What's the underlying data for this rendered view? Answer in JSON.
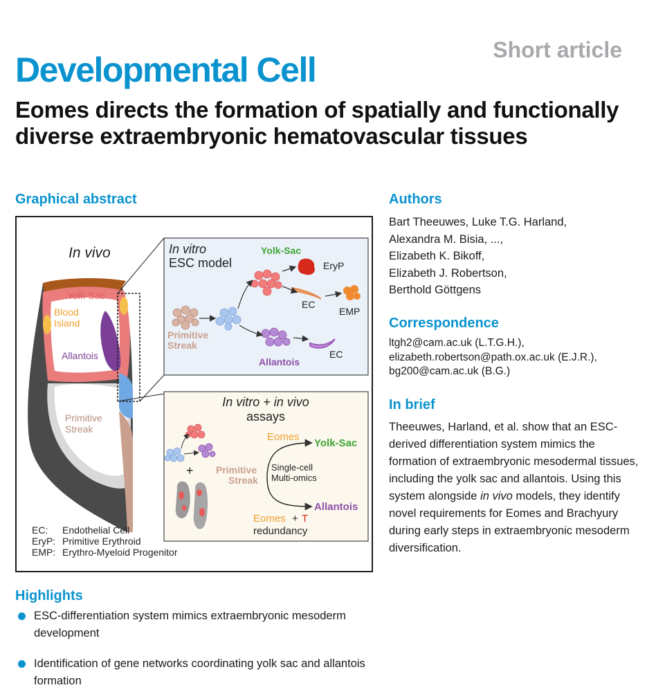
{
  "header": {
    "article_type": "Short article",
    "journal": "Developmental Cell",
    "title": "Eomes directs the formation of spatially and functionally diverse extraembryonic hematovascular tissues"
  },
  "sections": {
    "graphical_abstract": "Graphical abstract",
    "authors": "Authors",
    "correspondence": "Correspondence",
    "in_brief": "In brief",
    "highlights": "Highlights"
  },
  "authors": [
    "Bart Theeuwes, Luke T.G. Harland,",
    "Alexandra M. Bisia, ...,",
    "Elizabeth K. Bikoff,",
    "Elizabeth J. Robertson,",
    "Berthold Göttgens"
  ],
  "correspondence": [
    "ltgh2@cam.ac.uk (L.T.G.H.),",
    "elizabeth.robertson@path.ox.ac.uk (E.J.R.),",
    "bg200@cam.ac.uk (B.G.)"
  ],
  "in_brief": {
    "before_italic": "Theeuwes, Harland, et al. show that an ESC-derived differentiation system mimics the formation of extraembryonic mesodermal tissues, including the yolk sac and allantois. Using this system alongside ",
    "italic": "in vivo",
    "after_italic": " models, they identify novel requirements for Eomes and Brachyury during early steps in extraembryonic mesoderm diversification."
  },
  "highlights": [
    "ESC-differentiation system mimics extraembryonic mesoderm development",
    "Identification of gene networks coordinating yolk sac and allantois formation"
  ],
  "graphical_abstract": {
    "in_vivo": "In vivo",
    "in_vitro": "In vitro",
    "esc_model": "ESC model",
    "yolk_sac": "Yolk-Sac",
    "blood_island_1": "Blood",
    "blood_island_2": "Island",
    "allantois": "Allantois",
    "primitive_1": "Primitive",
    "streak": "Streak",
    "eryp": "EryP",
    "ec": "EC",
    "emp": "EMP",
    "assays_1": "In vitro + in vivo",
    "assays_2": "assays",
    "eomes": "Eomes",
    "single_cell": "Single-cell",
    "multi_omics": "Multi-omics",
    "t": "T",
    "redundancy": "redundancy",
    "plus": "+",
    "legend_ec_abbr": "EC:",
    "legend_ec": "Endothelial Cell",
    "legend_eryp_abbr": "EryP:",
    "legend_eryp": "Primitive Erythroid",
    "legend_emp_abbr": "EMP:",
    "legend_emp": "Erythro-Myeloid Progenitor"
  },
  "colors": {
    "brand_blue": "#0a93cf",
    "article_type_grey": "#a7a9ac",
    "yolk_sac_green": "#3fa535",
    "allantois_purple": "#8e4fa8",
    "streak_tan": "#c9a08e",
    "eomes_orange": "#f0a030",
    "t_red": "#d6281b",
    "panel_blue": "#eaf1f9",
    "panel_cream": "#fcf8ee"
  }
}
